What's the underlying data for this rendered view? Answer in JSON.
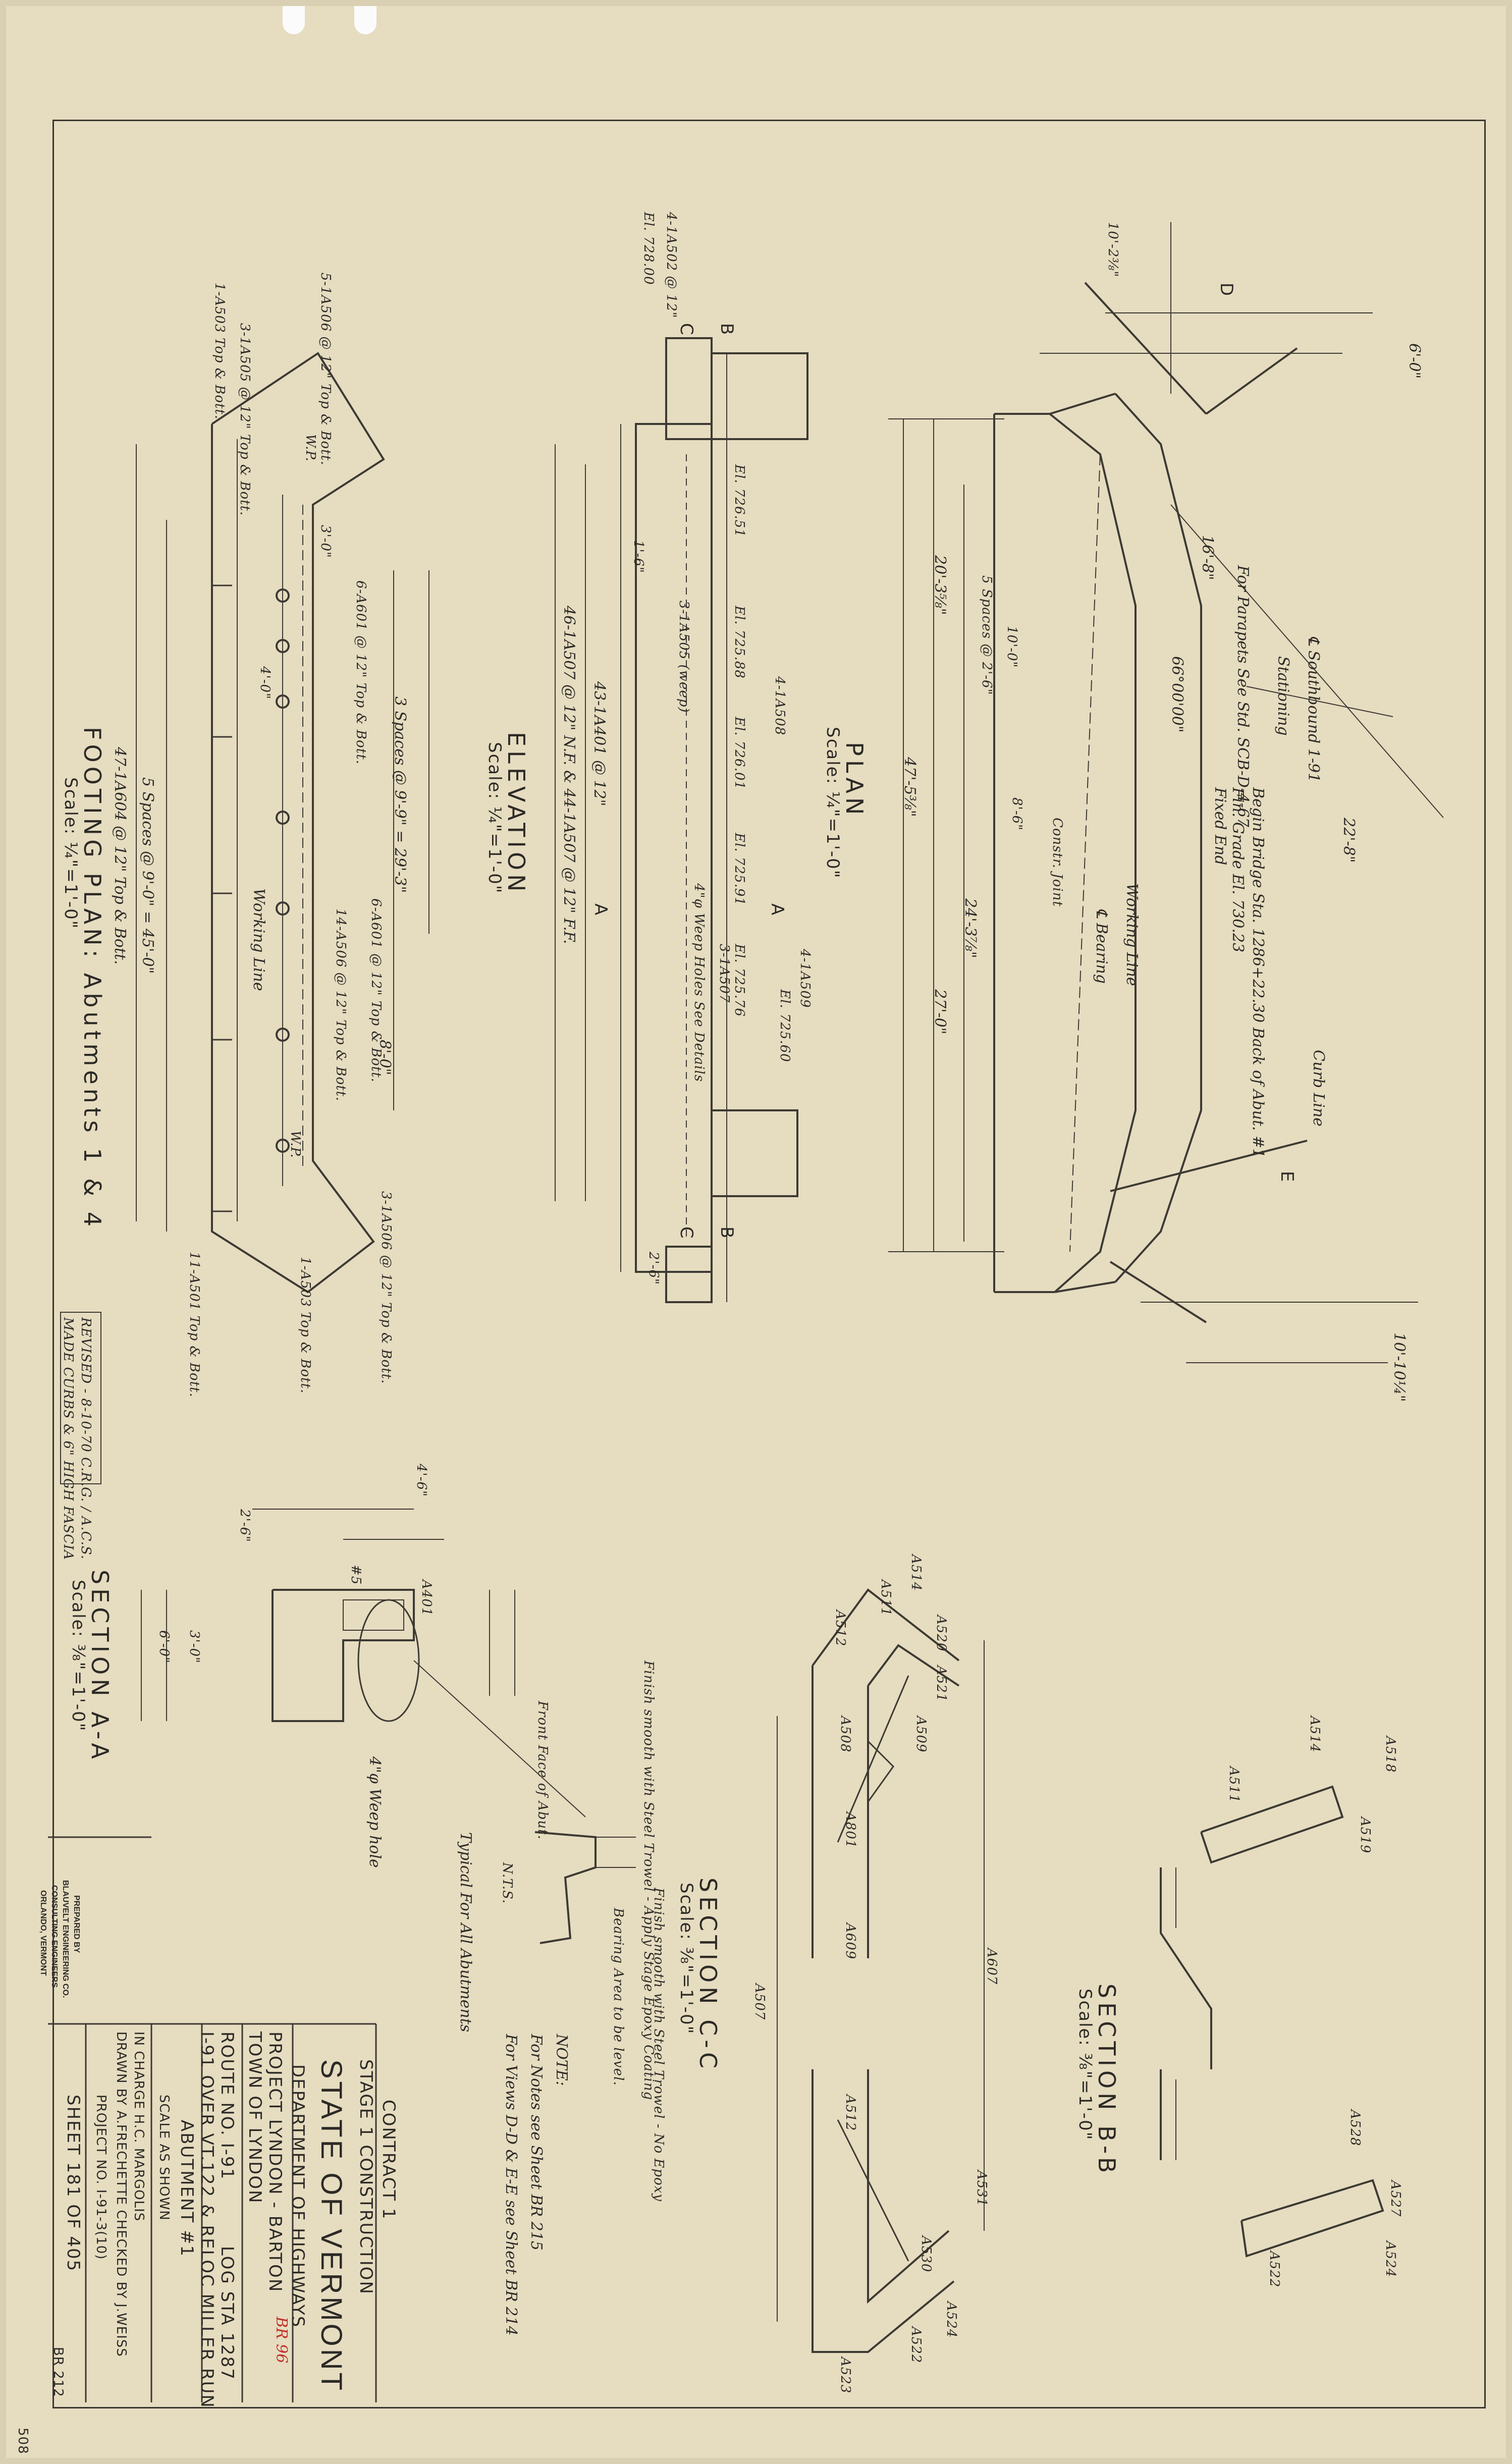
{
  "plan": {
    "title": "PLAN",
    "scale": "Scale: ¼\"=1'-0\"",
    "notes": {
      "parapet": "For Parapets See Std. SCB-D-4-67",
      "begin_bridge": "Begin Bridge Sta. 1286+22.30 Back of Abut. #1",
      "grade": "Fin. Grade El. 730.23",
      "fixed_end": "Fixed End",
      "working_line": "Working Line",
      "bearing": "℄ Bearing",
      "curb_line": "Curb Line",
      "southbound": "℄ Southbound 1-91",
      "stationing": "Stationing",
      "angle": "66°00'00\"",
      "constr_joint": "Constr. Joint"
    },
    "dims": [
      "47'-5⅜\"",
      "20'-3⅝\"",
      "24'-3⅞\"",
      "27'-0\"",
      "16'-8\"",
      "22'-8\"",
      "10'-0\"",
      "8'-6\"",
      "6'-0\"",
      "10'-10¼\"",
      "10'-2⅜\"",
      "5 Spaces @ 2'-6\""
    ],
    "sections": [
      "D",
      "E"
    ]
  },
  "elevation": {
    "title": "ELEVATION",
    "scale": "Scale: ¼\"=1'-0\"",
    "elevations": [
      "El. 728.00",
      "El. 726.51",
      "El. 725.88",
      "El. 726.01",
      "El. 725.91",
      "El. 725.60",
      "El. 725.76"
    ],
    "bars": [
      "4-1A502 @ 12\"",
      "4-1A508",
      "4-1A509",
      "43-1A401 @ 12\"",
      "46-1A507 @ 12\" N.F. & 44-1A507 @ 12\" F.F.",
      "4\"φ Weep Holes See Details",
      "3-1A505 (weep)",
      "3-1A507"
    ],
    "dims": [
      "1'-6\"",
      "2'-6\""
    ],
    "sections": [
      "A",
      "B",
      "C"
    ]
  },
  "footing": {
    "title": "FOOTING PLAN: Abutments 1 & 4",
    "scale": "Scale: ¼\"=1'-0\"",
    "bars": [
      "3-1A505 @ 12\" Top & Bott.",
      "5-1A506 @ 12\" Top & Bott.",
      "1-A503 Top & Bott.",
      "6-A601 @ 12\" Top & Bott.",
      "6-A601 @ 12\" Top & Bott.",
      "14-A506 @ 12\" Top & Bott.",
      "47-1A604 @ 12\" Top & Bott.",
      "3-1A506 @ 12\" Top & Bott.",
      "1-A503 Top & Bott.",
      "11-A501 Top & Bott."
    ],
    "dims": [
      "3 Spaces @ 9'-9\" = 29'-3\"",
      "5 Spaces @ 9'-0\" = 45'-0\"",
      "8'-0\"",
      "3'-0\"",
      "4'-0\""
    ],
    "working_line": "Working Line",
    "wp": "W.P."
  },
  "section_aa": {
    "title": "SECTION A-A",
    "scale": "Scale: ⅜\"=1'-0\"",
    "labels": [
      "#5",
      "4'-6\"",
      "2'-6\"",
      "A401",
      "6'-0\"",
      "3'-0\"",
      "4\"φ Weep hole"
    ]
  },
  "detail": {
    "title": "Typical For All Abutments",
    "nts": "N.T.S.",
    "front_face": "Front Face of Abut.",
    "finish1": "Finish smooth with Steel Trowel - Apply Stage Epoxy Coating",
    "finish2": "Finish smooth with Steel Trowel - No Epoxy",
    "bearing": "Bearing Area to be level."
  },
  "section_cc": {
    "title": "SECTION C-C",
    "scale": "Scale: ⅜\"=1'-0\"",
    "bars": [
      "A511",
      "A514",
      "A520",
      "A521",
      "A512",
      "A509",
      "A801",
      "A508",
      "A607",
      "A507",
      "A609",
      "A512",
      "A531",
      "A530",
      "A524",
      "A523",
      "A522"
    ]
  },
  "section_bb": {
    "title": "SECTION B-B",
    "scale": "Scale: ⅜\"=1'-0\"",
    "bars": [
      "A511",
      "A514",
      "A518",
      "A519",
      "A528",
      "A527",
      "A524",
      "A522"
    ]
  },
  "notes": {
    "heading": "NOTE:",
    "lines": [
      "For Notes see Sheet BR 215",
      "For Views D-D & E-E see Sheet BR 214"
    ]
  },
  "revision": {
    "line1": "REVISED - 8-10-70 C.R.G. / A.C.S.",
    "line2": "MADE CURBS & 6\" HIGH FASCIA"
  },
  "contract": {
    "line1": "CONTRACT 1",
    "line2": "STAGE 1 CONSTRUCTION"
  },
  "title_block": {
    "state": "STATE OF VERMONT",
    "dept": "DEPARTMENT OF HIGHWAYS",
    "project": "PROJECT LYNDON - BARTON",
    "town": "TOWN OF LYNDON",
    "mark": "BR 96",
    "route": "ROUTE NO. I-91",
    "log_sta": "LOG STA 1287",
    "over": "I-91 OVER VT.122 & RELOC MILLER RUN",
    "abutment": "ABUTMENT #1",
    "scale": "SCALE AS SHOWN",
    "in_charge": "IN CHARGE H.C. MARGOLIS",
    "drawn": "DRAWN BY A.FRECHETTE CHECKED BY J.WEISS",
    "project_no": "PROJECT NO. I-91-3(10)",
    "sheet": "SHEET 181 OF 405",
    "sheet_code": "BR 212",
    "prepared": [
      "PREPARED BY",
      "BLAUVELT ENGINEERING CO.",
      "CONSULTING ENGINEERS",
      "ORLANDO, VERMONT"
    ],
    "corner": "508"
  }
}
